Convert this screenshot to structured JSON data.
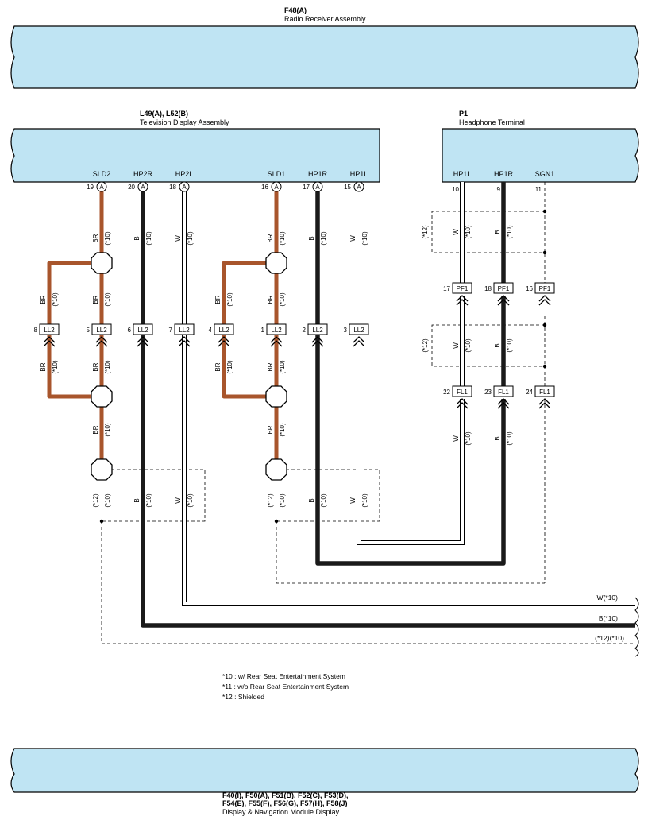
{
  "radio": {
    "code": "F48(A)",
    "name": "Radio Receiver Assembly"
  },
  "tv": {
    "code": "L49(A), L52(B)",
    "name": "Television Display Assembly"
  },
  "headphone": {
    "code": "P1",
    "name": "Headphone Terminal"
  },
  "display": {
    "code_line1": "F40(I), F50(A), F51(B), F52(C), F53(D),",
    "code_line2": "F54(E), F55(F), F56(G), F57(H), F58(J)",
    "name": "Display & Navigation Module Display"
  },
  "tv_pins": [
    {
      "name": "SLD2",
      "num": "19",
      "conn": "A"
    },
    {
      "name": "HP2R",
      "num": "20",
      "conn": "A"
    },
    {
      "name": "HP2L",
      "num": "18",
      "conn": "A"
    },
    {
      "name": "SLD1",
      "num": "16",
      "conn": "A"
    },
    {
      "name": "HP1R",
      "num": "17",
      "conn": "A"
    },
    {
      "name": "HP1L",
      "num": "15",
      "conn": "A"
    }
  ],
  "hp_pins": [
    {
      "name": "HP1L",
      "num": "10"
    },
    {
      "name": "HP1R",
      "num": "9"
    },
    {
      "name": "SGN1",
      "num": "11"
    }
  ],
  "ll2": [
    {
      "num": "8",
      "label": "LL2"
    },
    {
      "num": "5",
      "label": "LL2"
    },
    {
      "num": "6",
      "label": "LL2"
    },
    {
      "num": "7",
      "label": "LL2"
    },
    {
      "num": "4",
      "label": "LL2"
    },
    {
      "num": "1",
      "label": "LL2"
    },
    {
      "num": "2",
      "label": "LL2"
    },
    {
      "num": "3",
      "label": "LL2"
    }
  ],
  "pf1": [
    {
      "num": "17",
      "label": "PF1"
    },
    {
      "num": "18",
      "label": "PF1"
    },
    {
      "num": "16",
      "label": "PF1"
    }
  ],
  "fl1": [
    {
      "num": "22",
      "label": "FL1"
    },
    {
      "num": "23",
      "label": "FL1"
    },
    {
      "num": "24",
      "label": "FL1"
    }
  ],
  "wire_colors": {
    "br": "BR",
    "b": "B",
    "w": "W"
  },
  "notes": {
    "n10": "(*10)",
    "n12": "(*12)"
  },
  "right_labels": {
    "w": "W(*10)",
    "b": "B(*10)",
    "shield": "(*12)(*10)"
  },
  "legend": [
    "*10 : w/ Rear Seat Entertainment System",
    "*11 : w/o Rear Seat Entertainment System",
    "*12 : Shielded"
  ],
  "colors": {
    "box_fill": "#bfe4f3",
    "brown": "#a8552c",
    "black": "#1a1a1a",
    "white_wire": "#ffffff"
  }
}
